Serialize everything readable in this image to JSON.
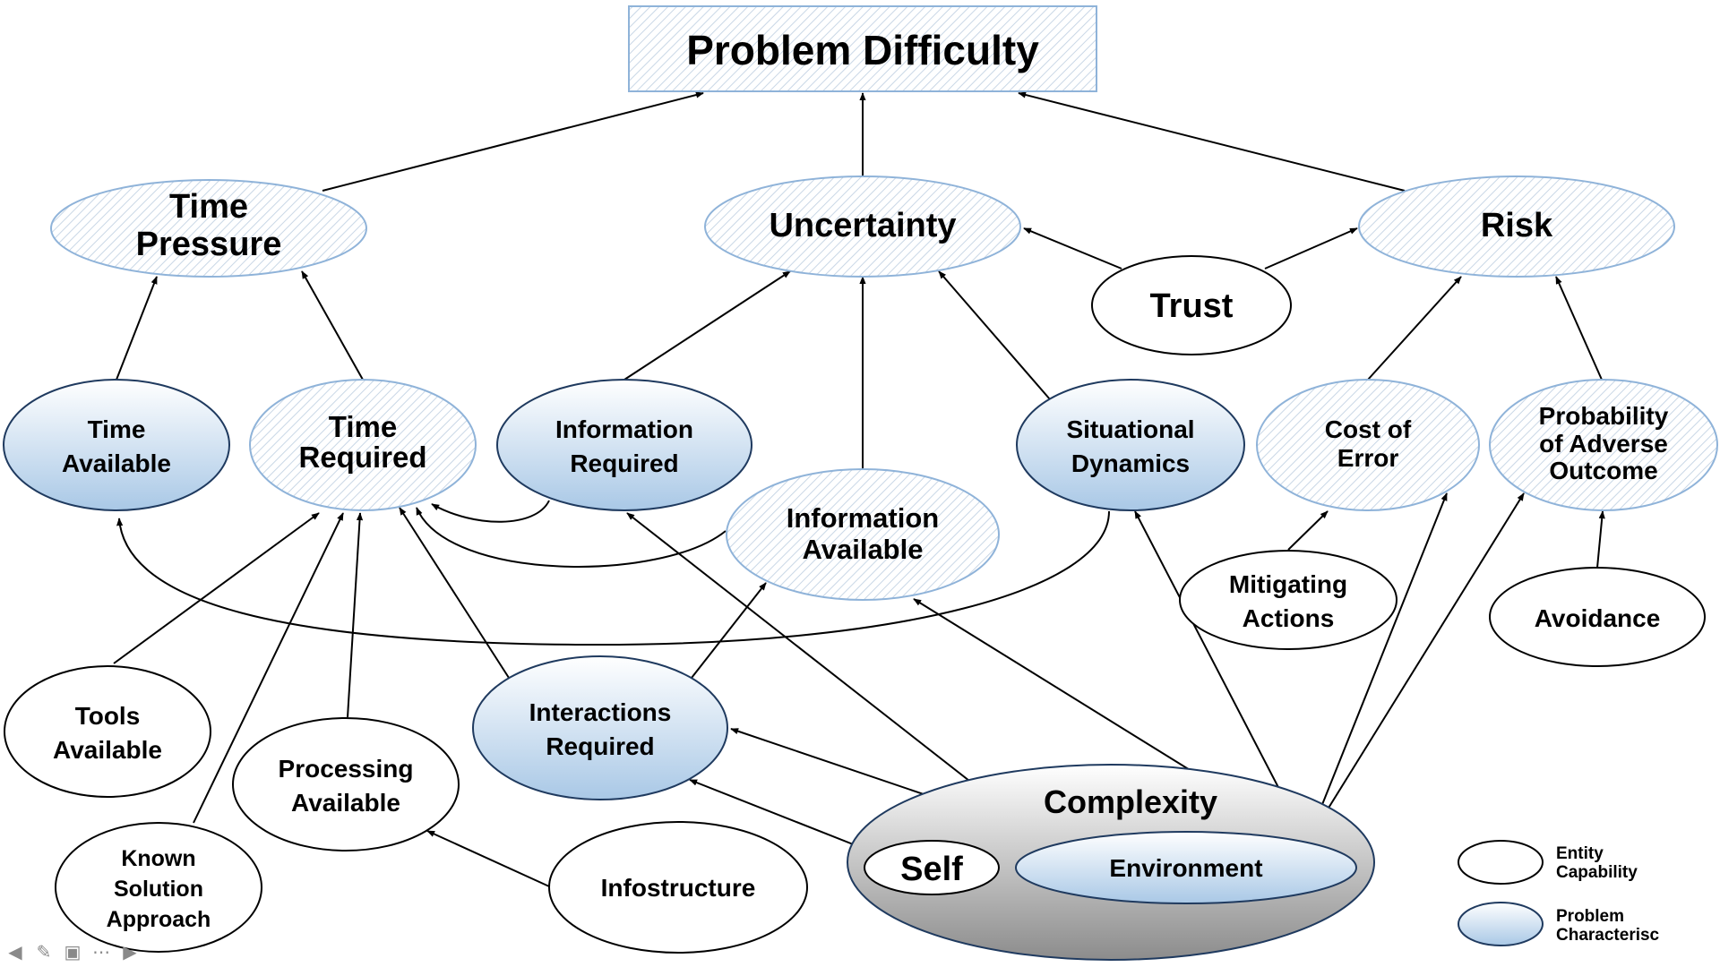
{
  "title": "Problem Difficulty",
  "colors": {
    "problem_fill_top": "#ffffff",
    "problem_fill_bottom": "#a9c8e6",
    "outline_blue": "#8fb3d9",
    "outline_dark": "#1f3a5f",
    "hatch": "#c9d7e6",
    "complexity_gray": "#8c8c8c"
  },
  "nodes": {
    "time_pressure": [
      "Time",
      "Pressure"
    ],
    "uncertainty": [
      "Uncertainty"
    ],
    "risk": [
      "Risk"
    ],
    "trust": [
      "Trust"
    ],
    "time_available": [
      "Time",
      "Available"
    ],
    "time_required": [
      "Time",
      "Required"
    ],
    "information_required": [
      "Information",
      "Required"
    ],
    "information_available": [
      "Information",
      "Available"
    ],
    "situational_dynamics": [
      "Situational",
      "Dynamics"
    ],
    "cost_of_error": [
      "Cost of",
      "Error"
    ],
    "probability_adverse": [
      "Probability",
      "of Adverse",
      "Outcome"
    ],
    "mitigating_actions": [
      "Mitigating",
      "Actions"
    ],
    "avoidance": [
      "Avoidance"
    ],
    "tools_available": [
      "Tools",
      "Available"
    ],
    "processing_available": [
      "Processing",
      "Available"
    ],
    "known_solution": [
      "Known",
      "Solution",
      "Approach"
    ],
    "interactions_required": [
      "Interactions",
      "Required"
    ],
    "infostructure": [
      "Infostructure"
    ],
    "complexity": [
      "Complexity"
    ],
    "self": [
      "Self"
    ],
    "environment": [
      "Environment"
    ]
  },
  "legend": {
    "entity": [
      "Entity",
      "Capability"
    ],
    "problem": [
      "Problem",
      "Characterisc"
    ]
  },
  "nav_icons": [
    "back-arrow-icon",
    "pen-icon",
    "slides-icon",
    "more-icon",
    "forward-arrow-icon"
  ]
}
